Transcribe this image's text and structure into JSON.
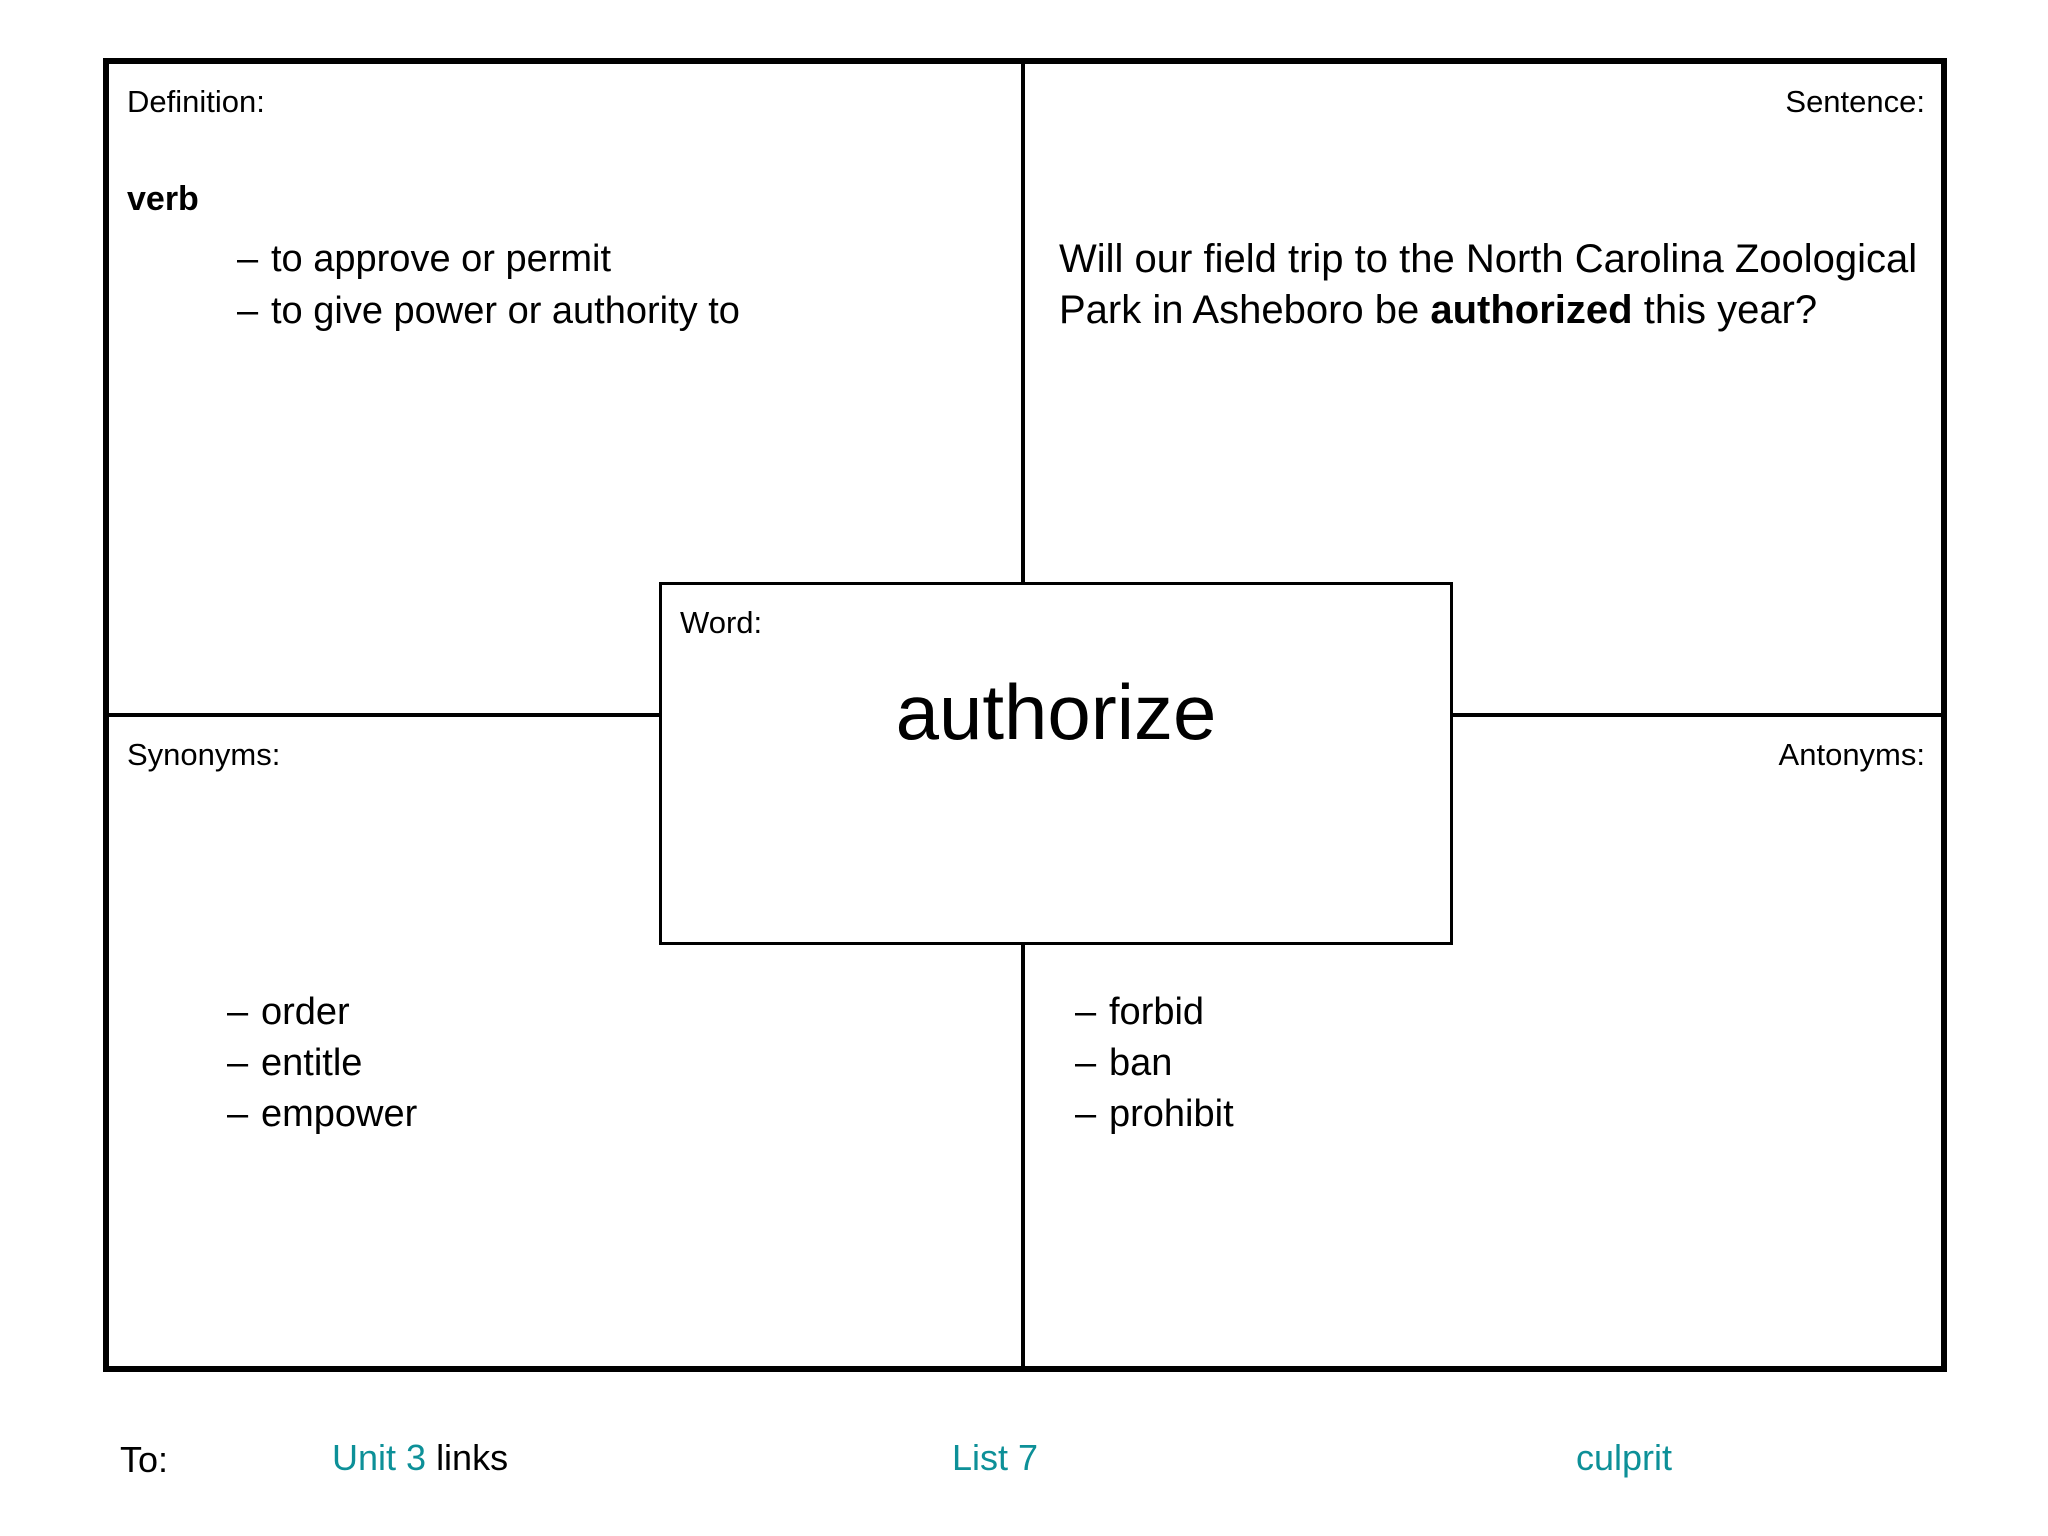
{
  "word_map": {
    "definition": {
      "label": "Definition:",
      "part_of_speech": "verb",
      "items": [
        "to approve or permit",
        "to give power or authority to"
      ]
    },
    "sentence": {
      "label": "Sentence:",
      "text_before": "Will our field trip to the North Carolina Zoological Park in Asheboro be ",
      "bold_word": "authorized",
      "text_after": " this year?"
    },
    "synonyms": {
      "label": "Synonyms:",
      "items": [
        "order",
        "entitle",
        "empower"
      ]
    },
    "antonyms": {
      "label": "Antonyms:",
      "items": [
        "forbid",
        "ban",
        "prohibit"
      ]
    },
    "word": {
      "label": "Word:",
      "value": "authorize"
    },
    "bullet_dash": "–"
  },
  "footer": {
    "to_label": "To:",
    "unit_link_accent": "Unit 3",
    "unit_link_plain": "links",
    "list_link": "List 7",
    "next_word_link": "culprit"
  },
  "colors": {
    "link_accent": "#0d9098",
    "frame": "#000000",
    "text": "#000000",
    "background": "#ffffff"
  }
}
